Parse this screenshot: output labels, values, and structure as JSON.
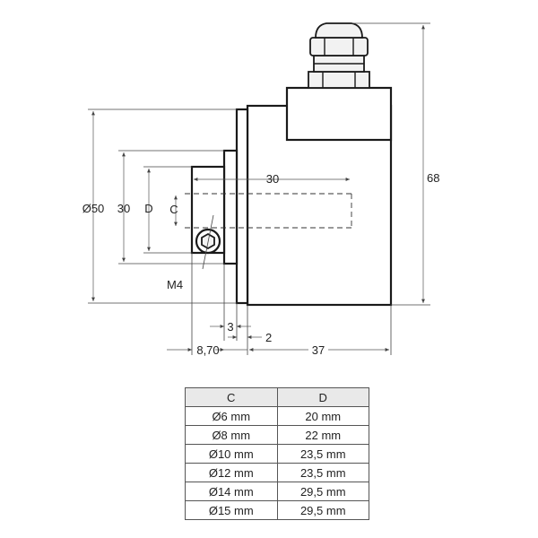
{
  "dimensions": {
    "dia_50": "Ø50",
    "dia_30": "30",
    "dia_d": "D",
    "dia_c": "C",
    "shaft_depth": "30",
    "height_68": "68",
    "screw": "M4",
    "dim_3": "3",
    "dim_2": "2",
    "dim_8_70": "8,70",
    "dim_37": "37"
  },
  "table": {
    "headers": [
      "C",
      "D"
    ],
    "rows": [
      [
        "Ø6 mm",
        "20 mm"
      ],
      [
        "Ø8 mm",
        "22 mm"
      ],
      [
        "Ø10 mm",
        "23,5 mm"
      ],
      [
        "Ø12 mm",
        "23,5 mm"
      ],
      [
        "Ø14 mm",
        "29,5 mm"
      ],
      [
        "Ø15 mm",
        "29,5 mm"
      ]
    ]
  }
}
